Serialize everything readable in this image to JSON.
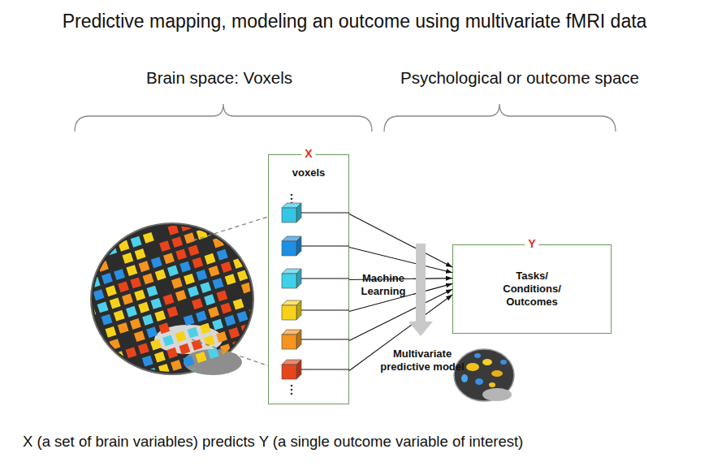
{
  "diagram": {
    "title": "Predictive mapping, modeling an outcome using multivariate fMRI data",
    "caption": "X (a set of brain variables) predicts Y (a single outcome variable of interest)",
    "nodes": [
      {
        "text": [
          "X",
          "voxels"
        ]
      },
      {
        "text": [
          "Y",
          "Tasks/ Conditions/ Outcomes"
        ]
      }
    ],
    "edges": [
      {
        "from": 0,
        "to": 1,
        "arrow": "to",
        "label": "Machine Learning"
      }
    ],
    "labels": [
      "Brain space: Voxels",
      "Psychological or outcome space",
      "Multivariate predictive model"
    ]
  }
}
